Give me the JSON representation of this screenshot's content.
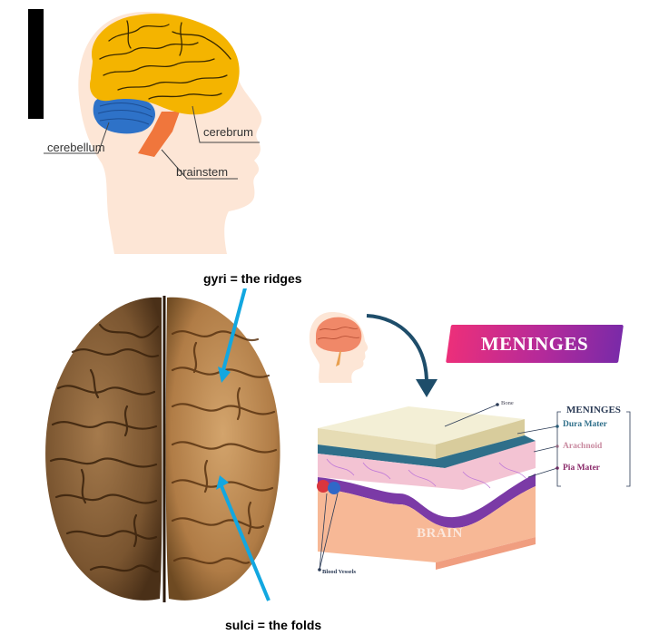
{
  "head_diagram": {
    "labels": {
      "cerebrum": "cerebrum",
      "cerebellum": "cerebellum",
      "brainstem": "brainstem"
    }
  },
  "brain_photo": {
    "gyri_caption": "gyri = the ridges",
    "sulci_caption": "sulci = the folds"
  },
  "meninges_diagram": {
    "banner_title": "MENINGES",
    "legend_title": "MENINGES",
    "layers": [
      {
        "label": "Dura Mater",
        "color": "#2f6f8a"
      },
      {
        "label": "Arachnoid",
        "color": "#c98aa0"
      },
      {
        "label": "Pia Mater",
        "color": "#8a2a6a"
      }
    ],
    "bone_label": "Bone",
    "brain_label": "BRAIN",
    "vessels_label": "Blood Vessels"
  },
  "colors": {
    "arrow_blue": "#12a7e0",
    "cerebrum": "#f4b400",
    "cerebellum": "#2e72c8",
    "brainstem": "#f0763c",
    "skin": "#fde6d6"
  }
}
